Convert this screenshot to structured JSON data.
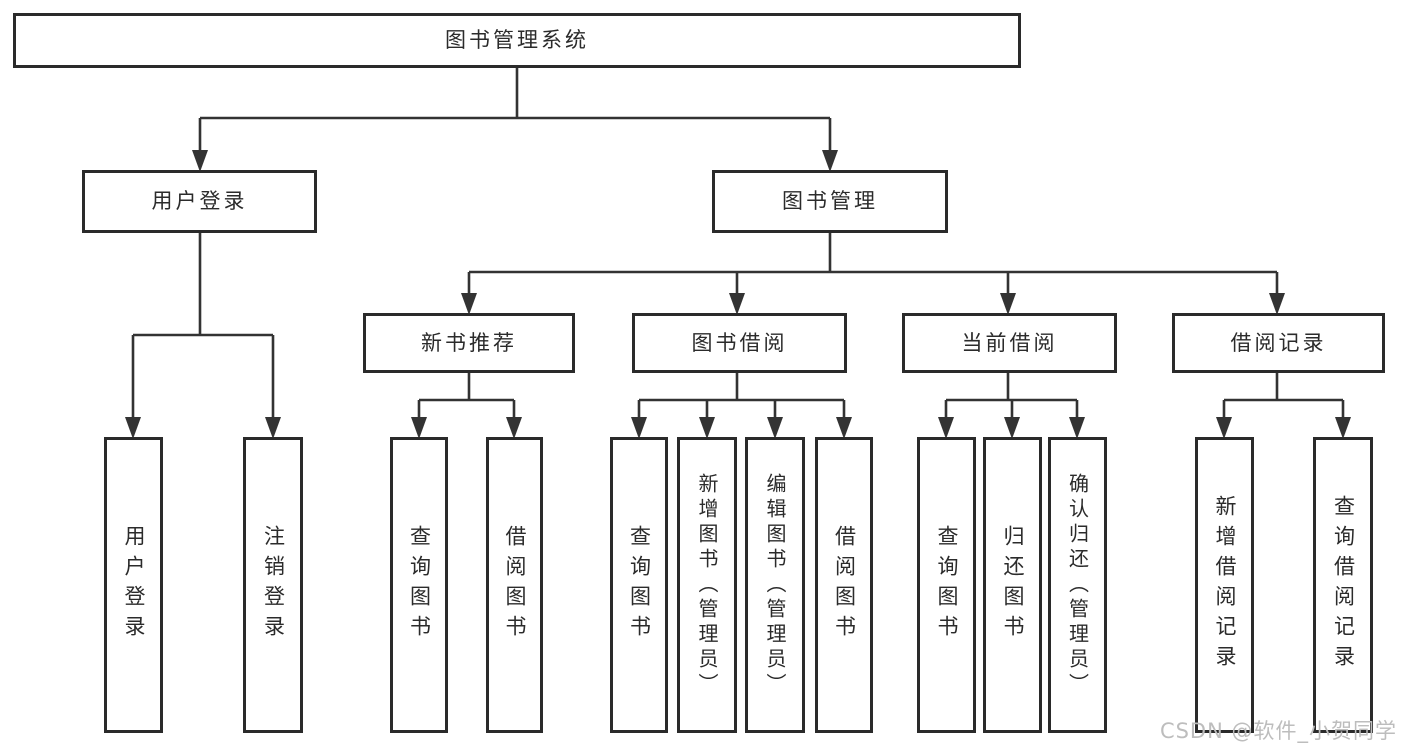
{
  "diagram": {
    "title": "图书管理系统",
    "root": {
      "label": "图书管理系统"
    },
    "level2": [
      {
        "id": "user-login",
        "label": "用户登录"
      },
      {
        "id": "book-management",
        "label": "图书管理"
      }
    ],
    "level3": [
      {
        "id": "new-book-recommend",
        "label": "新书推荐"
      },
      {
        "id": "book-borrow",
        "label": "图书借阅"
      },
      {
        "id": "current-borrow",
        "label": "当前借阅"
      },
      {
        "id": "borrow-records",
        "label": "借阅记录"
      }
    ],
    "leaves": {
      "user_login": [
        {
          "label": "用户登录"
        },
        {
          "label": "注销登录"
        }
      ],
      "new_book": [
        {
          "label": "查询图书"
        },
        {
          "label": "借阅图书"
        }
      ],
      "borrow": [
        {
          "label": "查询图书"
        },
        {
          "label": "新增图书（管理员）"
        },
        {
          "label": "编辑图书（管理员）"
        },
        {
          "label": "借阅图书"
        }
      ],
      "current": [
        {
          "label": "查询图书"
        },
        {
          "label": "归还图书"
        },
        {
          "label": "确认归还（管理员）"
        }
      ],
      "records": [
        {
          "label": "新增借阅记录"
        },
        {
          "label": "查询借阅记录"
        }
      ]
    }
  },
  "watermark": "CSDN @软件_小贺同学",
  "colors": {
    "line": "#333333",
    "box_border": "#2a2a2a",
    "text": "#2b2b2b",
    "watermark": "#bdbdbd",
    "background": "#ffffff"
  }
}
